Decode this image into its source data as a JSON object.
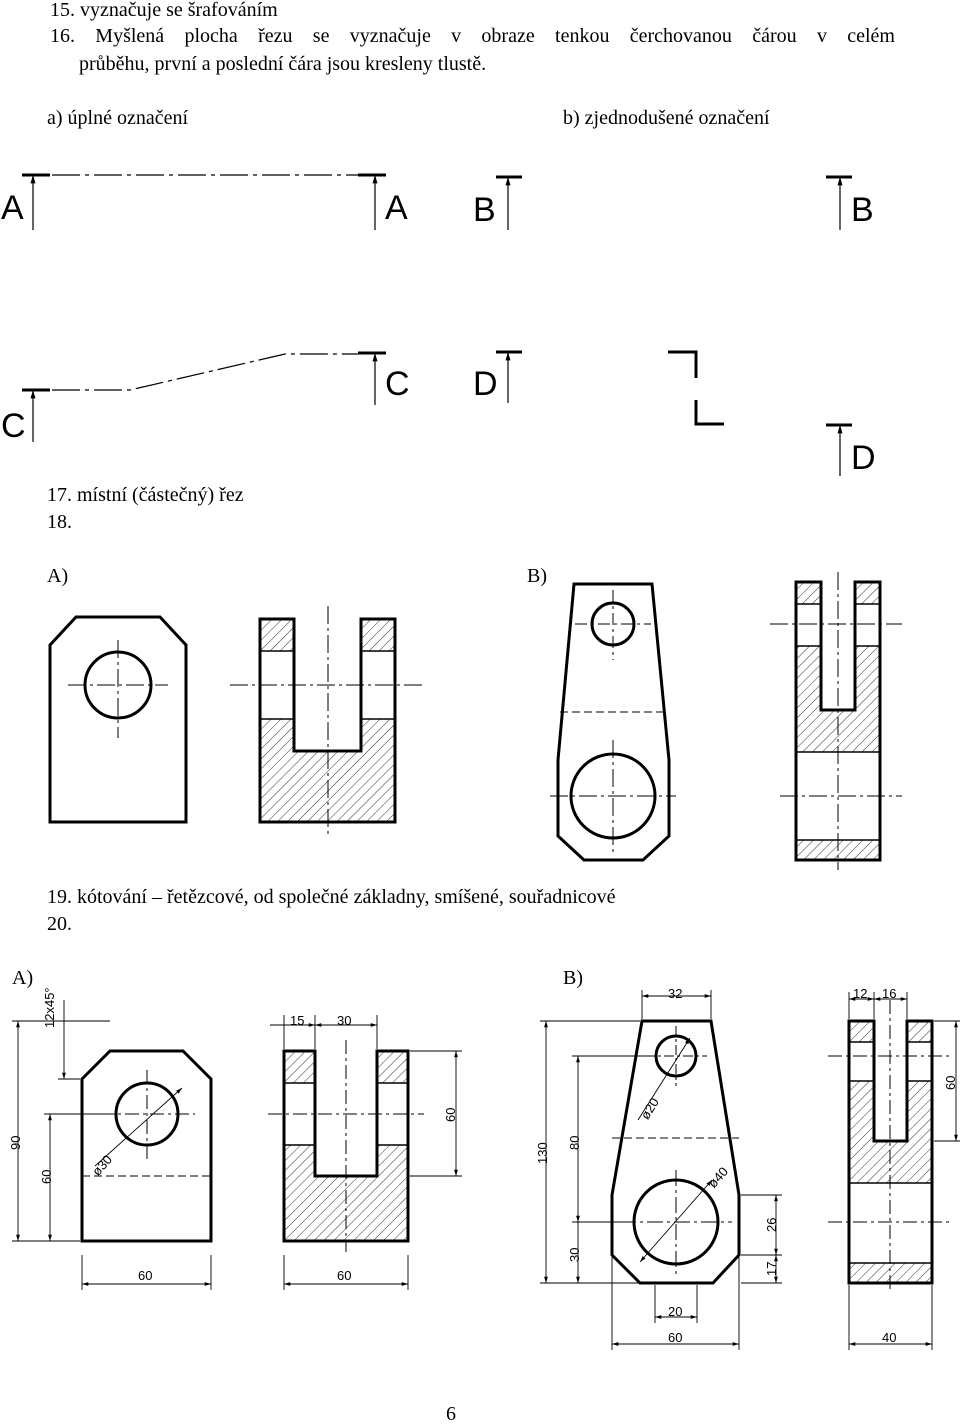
{
  "text": {
    "line15": "15. vyznačuje se šrafováním",
    "line16a": "16. Myšlená plocha řezu se vyznačuje v obraze tenkou čerchovanou čárou v celém",
    "line16b": "průběhu, první a poslední čára jsou kresleny tlustě.",
    "full_marking": "a) úplné označení",
    "simple_marking": "b) zjednodušené označení",
    "line17": "17. místní (částečný) řez",
    "line18": "18.",
    "sec18_a": "A)",
    "sec18_b": "B)",
    "line19": "19. kótování – řetězcové, od společné základny, smíšené, souřadnicové",
    "line20": "20.",
    "sec20_a": "A)",
    "sec20_b": "B)",
    "page_number": "6"
  },
  "section_letters": {
    "a1": "A",
    "a2": "A",
    "b1": "B",
    "b2": "B",
    "c1": "C",
    "c2": "C",
    "d1": "D",
    "d2": "D"
  },
  "dimensions": {
    "chamfer": "12x45°",
    "d30": "ø30",
    "h90": "90",
    "h60_left": "60",
    "w60_left": "60",
    "w15": "15",
    "w30": "30",
    "h60_front": "60",
    "w60_front": "60",
    "w32": "32",
    "d20": "ø20",
    "d40": "ø40",
    "h130": "130",
    "h80": "80",
    "h30": "30",
    "h26": "26",
    "h17": "17",
    "w20": "20",
    "w60_lever": "60",
    "w12": "12",
    "w16": "16",
    "h60_side": "60",
    "w40": "40"
  }
}
